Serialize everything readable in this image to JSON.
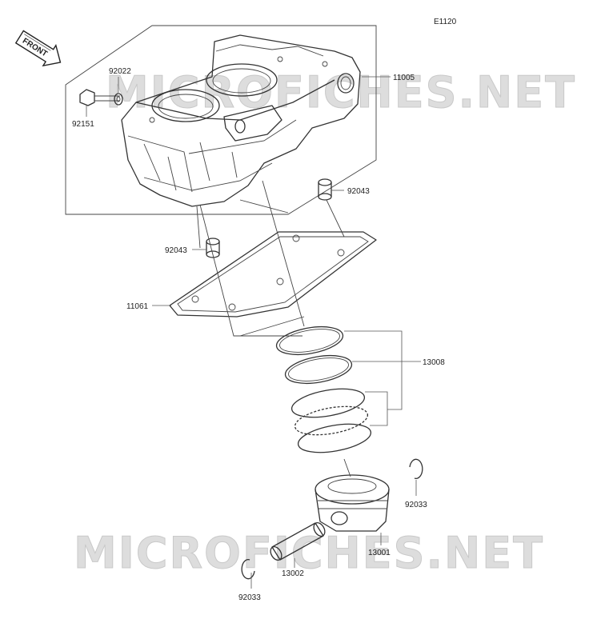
{
  "diagram_code": "E1120",
  "front_arrow_label": "FRONT",
  "watermark": "MICROFICHES.NET",
  "callouts": {
    "p11005": "11005",
    "p92022": "92022",
    "p92151": "92151",
    "p92043a": "92043",
    "p92043b": "92043",
    "p11061": "11061",
    "p13008": "13008",
    "p92033a": "92033",
    "p13001": "13001",
    "p13002": "13002",
    "p92033b": "92033"
  }
}
